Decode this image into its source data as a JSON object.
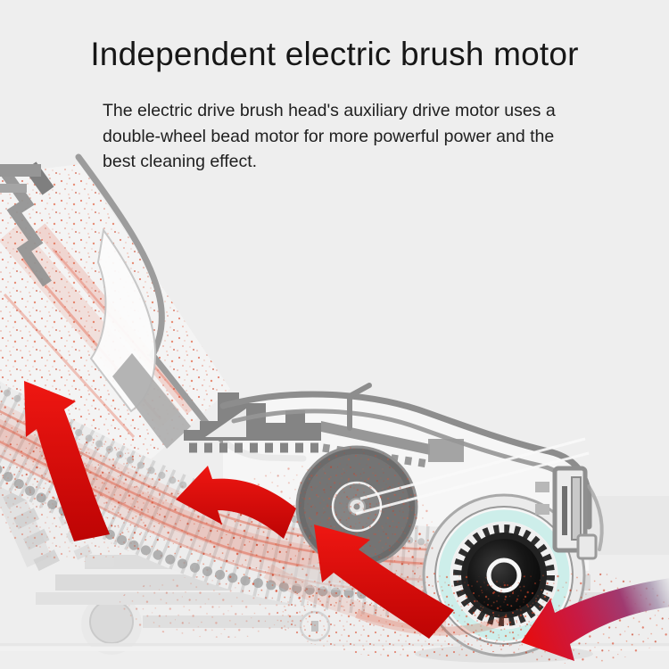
{
  "page": {
    "background_color": "#eeeeee"
  },
  "header": {
    "title": "Independent electric brush motor",
    "description_lines": [
      "The electric drive brush head's auxiliary drive motor uses a",
      "double-wheel bead motor for more powerful power and the",
      "best cleaning effect."
    ]
  },
  "illustration": {
    "alt": "Cutaway diagram of a vacuum cleaner brush head: red arrows trace dust drawn in past the independent electric brush motor, along the ribbed hose, past the brush pulley and up the wand.",
    "icons": {
      "arrow_up_wand": "airflow-arrow-up-left",
      "arrow_through_hose": "airflow-arrow-left",
      "arrow_to_pulley": "airflow-arrow-to-pulley",
      "arrow_inlet": "airflow-arrow-inlet"
    },
    "colors": {
      "accent_red": "#e01111",
      "inlet_tail_purple": "#a59ab0",
      "motor_glow_cyan": "#cdeeea",
      "machine_gray": "#8f8f8f",
      "dust_red": "#d9472b",
      "background": "#eeeeee"
    }
  }
}
